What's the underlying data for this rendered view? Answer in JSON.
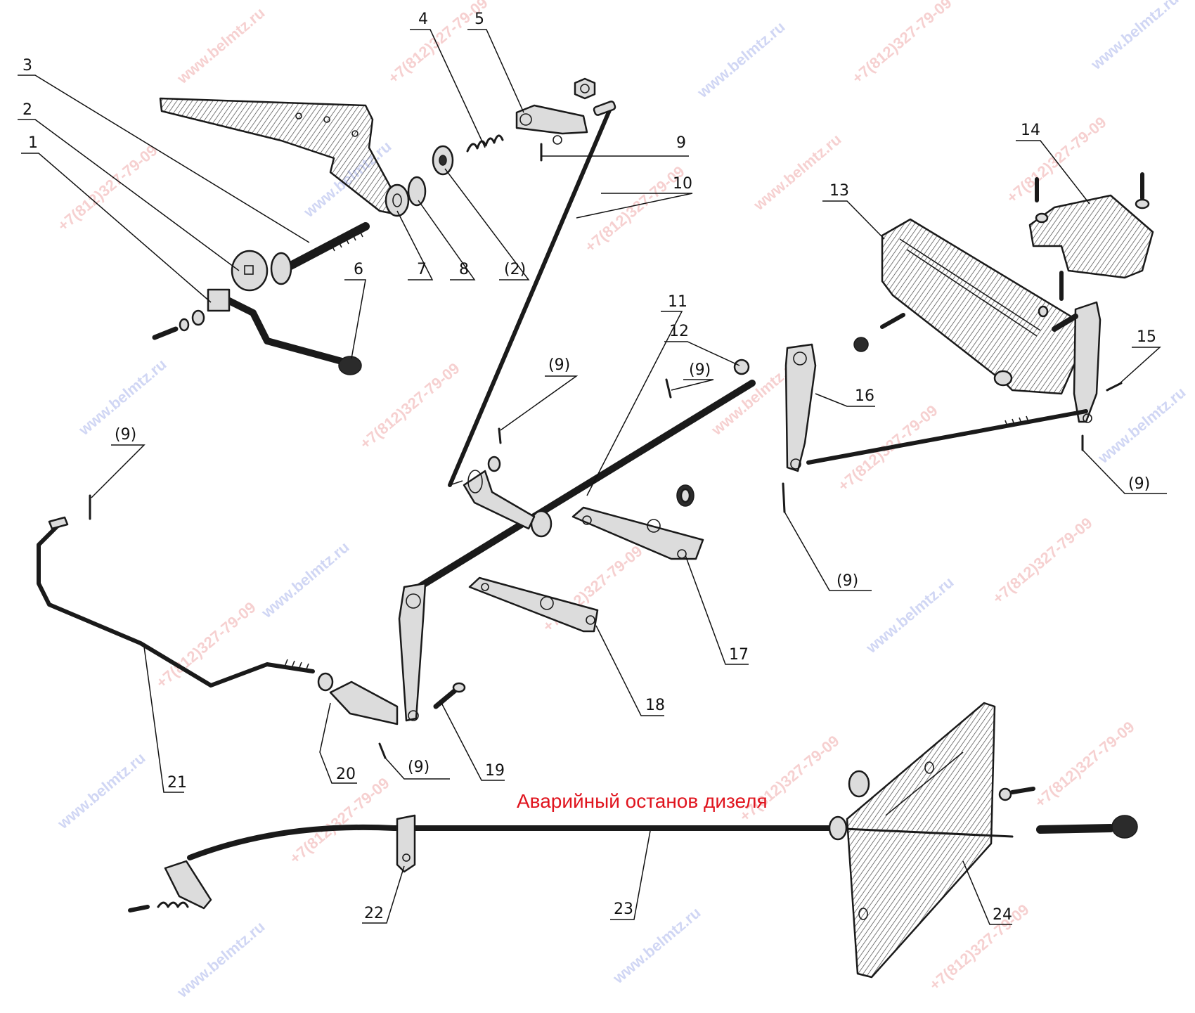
{
  "caption": "Аварийный останов дизеля",
  "callouts": [
    "1",
    "2",
    "3",
    "4",
    "5",
    "6",
    "7",
    "8",
    "(2)",
    "9",
    "10",
    "11",
    "12",
    "13",
    "14",
    "15",
    "16",
    "17",
    "18",
    "19",
    "20",
    "21",
    "22",
    "23",
    "24",
    "(9)"
  ],
  "watermarks": {
    "site": "www.belmtz.ru",
    "phone": "+7(812)327-79-09"
  },
  "colors": {
    "caption_red": "#e0141e",
    "watermark_red": "#e05a5a",
    "watermark_blue": "#5a6fd8",
    "ink": "#1a1a1a"
  }
}
